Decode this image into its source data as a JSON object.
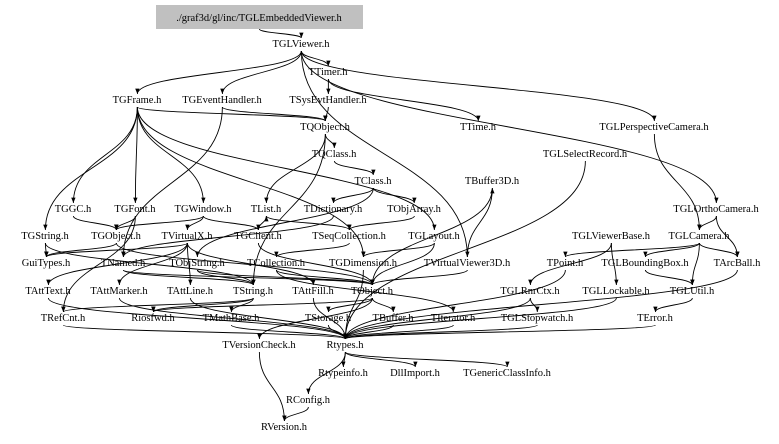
{
  "root": "./graf3d/gl/inc/TGLEmbeddedViewer.h",
  "files": {
    "TGLViewer": "TGLViewer.h",
    "TTimer": "TTimer.h",
    "TGFrame": "TGFrame.h",
    "TGEventHandler": "TGEventHandler.h",
    "TSysEvtHandler": "TSysEvtHandler.h",
    "TQObject": "TQObject.h",
    "TTime": "TTime.h",
    "TGLPerspectiveCamera": "TGLPerspectiveCamera.h",
    "TQClass": "TQClass.h",
    "TGLSelectRecord": "TGLSelectRecord.h",
    "TBuffer3D": "TBuffer3D.h",
    "TClass": "TClass.h",
    "TGGC": "TGGC.h",
    "TGFont": "TGFont.h",
    "TGWindow": "TGWindow.h",
    "TList": "TList.h",
    "TDictionary": "TDictionary.h",
    "TObjArray": "TObjArray.h",
    "TGLOrthoCamera": "TGLOrthoCamera.h",
    "TGString": "TGString.h",
    "TGObject": "TGObject.h",
    "TVirtualX": "TVirtualX.h",
    "TGClient": "TGClient.h",
    "TSeqCollection": "TSeqCollection.h",
    "TGLayout": "TGLayout.h",
    "TGLViewerBase": "TGLViewerBase.h",
    "TGLCamera": "TGLCamera.h",
    "GuiTypes": "GuiTypes.h",
    "TNamed": "TNamed.h",
    "TObjString": "TObjString.h",
    "TCollection": "TCollection.h",
    "TGDimension": "TGDimension.h",
    "TVirtualViewer3D": "TVirtualViewer3D.h",
    "TPoint": "TPoint.h",
    "TGLBoundingBox": "TGLBoundingBox.h",
    "TArcBall": "TArcBall.h",
    "TAttText": "TAttText.h",
    "TAttMarker": "TAttMarker.h",
    "TAttLine": "TAttLine.h",
    "TString": "TString.h",
    "TAttFill": "TAttFill.h",
    "TObject": "TObject.h",
    "TGLRnrCtx": "TGLRnrCtx.h",
    "TGLLockable": "TGLLockable.h",
    "TGLUtil": "TGLUtil.h",
    "TRefCnt": "TRefCnt.h",
    "Riosfwd": "Riosfwd.h",
    "TMathBase": "TMathBase.h",
    "TStorage": "TStorage.h",
    "TBuffer": "TBuffer.h",
    "TIterator": "TIterator.h",
    "TGLStopwatch": "TGLStopwatch.h",
    "TError": "TError.h",
    "TVersionCheck": "TVersionCheck.h",
    "Rtypes": "Rtypes.h",
    "Rtypeinfo": "Rtypeinfo.h",
    "DllImport": "DllImport.h",
    "TGenericClassInfo": "TGenericClassInfo.h",
    "RConfig": "RConfig.h",
    "RVersion": "RVersion.h"
  },
  "edges": [
    [
      "root",
      "TGLViewer"
    ],
    [
      "TGLViewer",
      "TTimer"
    ],
    [
      "TGLViewer",
      "TGFrame"
    ],
    [
      "TGLViewer",
      "TGEventHandler"
    ],
    [
      "TGLViewer",
      "TGLPerspectiveCamera"
    ],
    [
      "TGLViewer",
      "TGLOrthoCamera"
    ],
    [
      "TGLViewer",
      "TVirtualViewer3D"
    ],
    [
      "TTimer",
      "TSysEvtHandler"
    ],
    [
      "TTimer",
      "TTime"
    ],
    [
      "TSysEvtHandler",
      "TQObject"
    ],
    [
      "TGEventHandler",
      "TQObject"
    ],
    [
      "TGEventHandler",
      "TNamed"
    ],
    [
      "TGFrame",
      "TGWindow"
    ],
    [
      "TGFrame",
      "TQObject"
    ],
    [
      "TGFrame",
      "TGDimension"
    ],
    [
      "TGFrame",
      "TGGC"
    ],
    [
      "TGFrame",
      "TGFont"
    ],
    [
      "TGFrame",
      "TGString"
    ],
    [
      "TGFrame",
      "TGLayout"
    ],
    [
      "TQObject",
      "TQClass"
    ],
    [
      "TQObject",
      "TList"
    ],
    [
      "TQObject",
      "TString"
    ],
    [
      "TQClass",
      "TClass"
    ],
    [
      "TClass",
      "TDictionary"
    ],
    [
      "TClass",
      "TObjArray"
    ],
    [
      "TClass",
      "TObjString"
    ],
    [
      "TObjArray",
      "TSeqCollection"
    ],
    [
      "TSeqCollection",
      "TCollection"
    ],
    [
      "TCollection",
      "TObject"
    ],
    [
      "TCollection",
      "TIterator"
    ],
    [
      "TList",
      "TSeqCollection"
    ],
    [
      "TDictionary",
      "TNamed"
    ],
    [
      "TGWindow",
      "TGObject"
    ],
    [
      "TGWindow",
      "TVirtualX"
    ],
    [
      "TGWindow",
      "TGClient"
    ],
    [
      "TGGC",
      "TGObject"
    ],
    [
      "TGFont",
      "TGObject"
    ],
    [
      "TGFont",
      "TRefCnt"
    ],
    [
      "TGObject",
      "TObject"
    ],
    [
      "TGObject",
      "GuiTypes"
    ],
    [
      "TVirtualX",
      "TAttLine"
    ],
    [
      "TVirtualX",
      "TAttFill"
    ],
    [
      "TVirtualX",
      "TAttText"
    ],
    [
      "TVirtualX",
      "TAttMarker"
    ],
    [
      "TVirtualX",
      "GuiTypes"
    ],
    [
      "TGClient",
      "TObject"
    ],
    [
      "TGClient",
      "TList"
    ],
    [
      "TGString",
      "TString"
    ],
    [
      "TGString",
      "GuiTypes"
    ],
    [
      "TGLayout",
      "TGDimension"
    ],
    [
      "TGLayout",
      "TObject"
    ],
    [
      "TNamed",
      "TObject"
    ],
    [
      "TNamed",
      "TString"
    ],
    [
      "TObjString",
      "TObject"
    ],
    [
      "TObjString",
      "TString"
    ],
    [
      "TGDimension",
      "Rtypes"
    ],
    [
      "TVirtualViewer3D",
      "TObject"
    ],
    [
      "TVirtualViewer3D",
      "TBuffer3D"
    ],
    [
      "TGLSelectRecord",
      "Rtypes"
    ],
    [
      "TBuffer3D",
      "TObject"
    ],
    [
      "TGLPerspectiveCamera",
      "TGLCamera"
    ],
    [
      "TGLOrthoCamera",
      "TGLCamera"
    ],
    [
      "TGLOrthoCamera",
      "TArcBall"
    ],
    [
      "TGLCamera",
      "TGLBoundingBox"
    ],
    [
      "TGLCamera",
      "TPoint"
    ],
    [
      "TGLCamera",
      "TGLUtil"
    ],
    [
      "TGLCamera",
      "TArcBall"
    ],
    [
      "TGLViewerBase",
      "TGLLockable"
    ],
    [
      "TGLViewerBase",
      "TGLRnrCtx"
    ],
    [
      "TGLRnrCtx",
      "TGLStopwatch"
    ],
    [
      "TGLRnrCtx",
      "Rtypes"
    ],
    [
      "TGLBoundingBox",
      "TGLUtil"
    ],
    [
      "TGLUtil",
      "TError"
    ],
    [
      "TGLLockable",
      "Rtypes"
    ],
    [
      "TArcBall",
      "Rtypes"
    ],
    [
      "TPoint",
      "Rtypes"
    ],
    [
      "TAttText",
      "Rtypes"
    ],
    [
      "TAttMarker",
      "Rtypes"
    ],
    [
      "TAttLine",
      "Rtypes"
    ],
    [
      "TAttFill",
      "Rtypes"
    ],
    [
      "TString",
      "TRefCnt"
    ],
    [
      "TString",
      "TMathBase"
    ],
    [
      "TString",
      "Riosfwd"
    ],
    [
      "TObject",
      "TStorage"
    ],
    [
      "TObject",
      "TBuffer"
    ],
    [
      "TObject",
      "TVersionCheck"
    ],
    [
      "TObject",
      "Riosfwd"
    ],
    [
      "TRefCnt",
      "Rtypes"
    ],
    [
      "TMathBase",
      "Rtypes"
    ],
    [
      "TStorage",
      "Rtypes"
    ],
    [
      "TBuffer",
      "Rtypes"
    ],
    [
      "TIterator",
      "Rtypes"
    ],
    [
      "TGLStopwatch",
      "Rtypes"
    ],
    [
      "TError",
      "Rtypes"
    ],
    [
      "TVersionCheck",
      "RVersion"
    ],
    [
      "Rtypes",
      "Rtypeinfo"
    ],
    [
      "Rtypes",
      "DllImport"
    ],
    [
      "Rtypes",
      "TGenericClassInfo"
    ],
    [
      "Rtypes",
      "RConfig"
    ],
    [
      "RConfig",
      "RVersion"
    ]
  ]
}
